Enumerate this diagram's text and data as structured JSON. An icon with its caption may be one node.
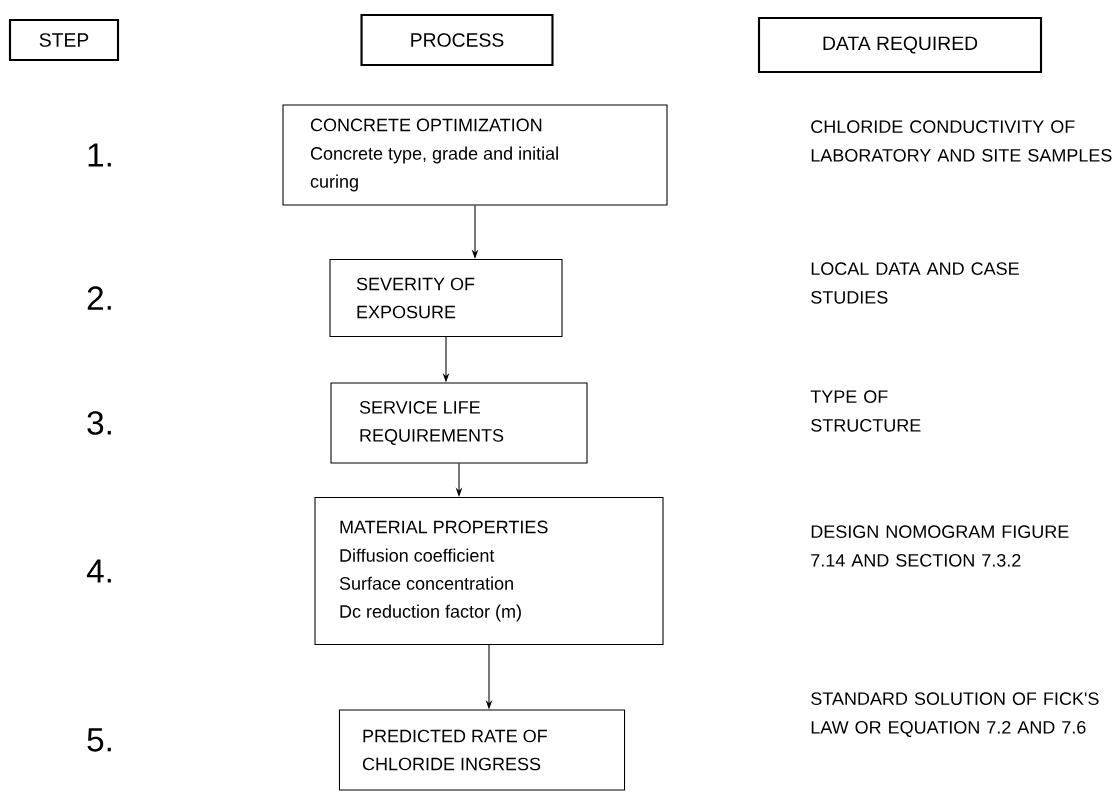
{
  "diagram": {
    "nodes": [
      {
        "text": [
          "STEP"
        ]
      },
      {
        "text": [
          "PROCESS"
        ]
      },
      {
        "text": [
          "DATA REQUIRED"
        ]
      },
      {
        "text": [
          "CONCRETE OPTIMIZATION",
          "Concrete type, grade and initial curing"
        ]
      },
      {
        "text": [
          "SEVERITY OF EXPOSURE"
        ]
      },
      {
        "text": [
          "SERVICE LIFE REQUIREMENTS"
        ]
      },
      {
        "text": [
          "MATERIAL PROPERTIES",
          "Diffusion coefficient",
          "Surface concentration",
          "Dc reduction factor (m)"
        ]
      },
      {
        "text": [
          "PREDICTED RATE OF CHLORIDE INGRESS"
        ]
      }
    ],
    "edges": [
      {
        "from": 3,
        "to": 4,
        "arrow": "to"
      },
      {
        "from": 4,
        "to": 5,
        "arrow": "to"
      },
      {
        "from": 5,
        "to": 6,
        "arrow": "to"
      },
      {
        "from": 6,
        "to": 7,
        "arrow": "to"
      }
    ],
    "labels": [
      "1.",
      "CHLORIDE CONDUCTIVITY OF LABORATORY AND SITE SAMPLES",
      "2.",
      "LOCAL DATA AND CASE STUDIES",
      "3.",
      "TYPE OF STRUCTURE",
      "4.",
      "DESIGN NOMOGRAM FIGURE 7.14 AND SECTION 7.3.2",
      "5.",
      "STANDARD SOLUTION OF FICK'S LAW OR EQUATION 7.2 AND 7.6"
    ]
  }
}
